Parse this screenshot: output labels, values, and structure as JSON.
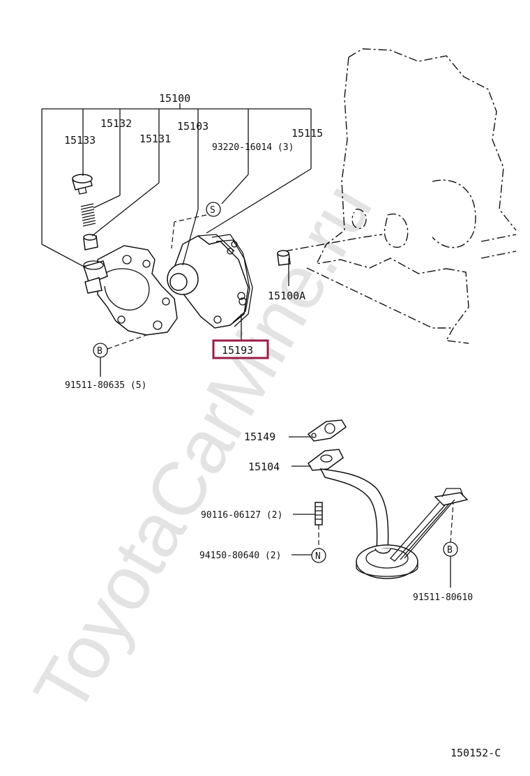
{
  "watermark": "ToyotaCarMine.ru",
  "figure_code": "150152-C",
  "symbols": {
    "s": "S",
    "b": "B",
    "n": "N"
  },
  "labels": {
    "p15100": "15100",
    "p15132": "15132",
    "p15133": "15133",
    "p15131": "15131",
    "p15103": "15103",
    "p15115": "15115",
    "p93220": "93220-16014 (3)",
    "p15100a": "15100A",
    "p15193": "15193",
    "p91511_80635": "91511-80635 (5)",
    "p15149": "15149",
    "p15104": "15104",
    "p90116": "90116-06127 (2)",
    "p94150": "94150-80640 (2)",
    "p91511_80610": "91511-80610"
  },
  "colors": {
    "highlight": "#9b1a46",
    "line": "#111111",
    "watermark": "#e3e3e3"
  }
}
